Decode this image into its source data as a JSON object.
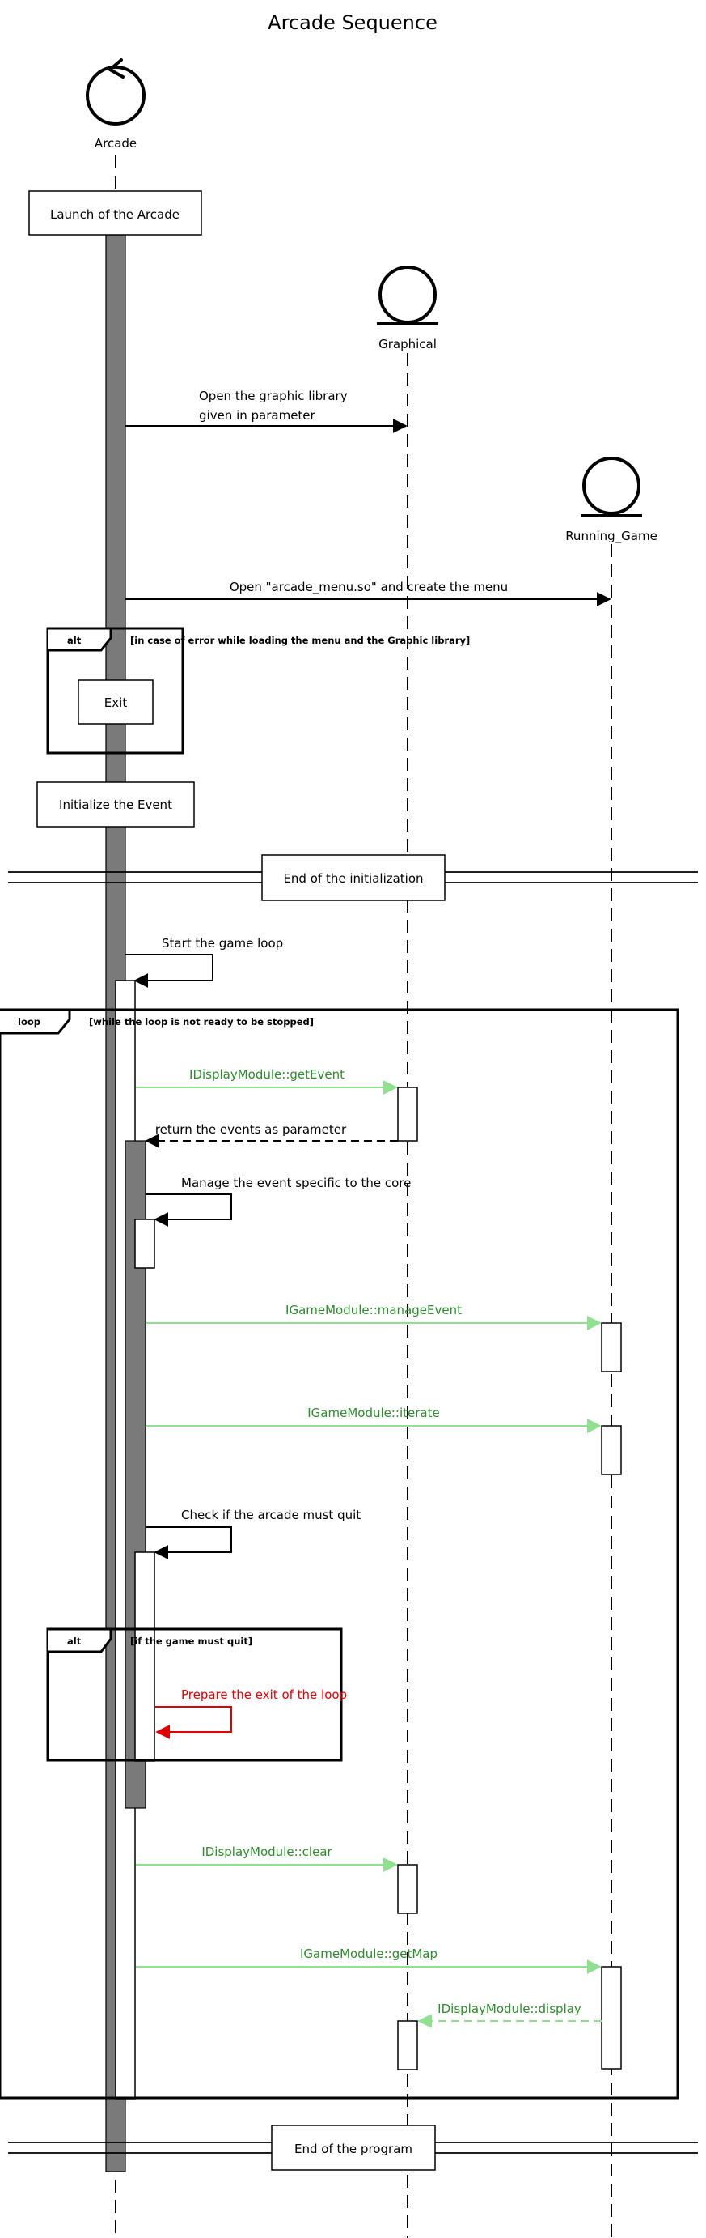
{
  "title": "Arcade Sequence",
  "participants": {
    "arcade": "Arcade",
    "graphical": "Graphical",
    "running_game": "Running_Game"
  },
  "notes": {
    "launch": "Launch of the Arcade",
    "exit": "Exit",
    "init_event": "Initialize the Event"
  },
  "separators": {
    "end_init": "End of the initialization",
    "end_program": "End of the program"
  },
  "messages": {
    "open_graphic_line1": "Open the graphic library",
    "open_graphic_line2": "given in parameter",
    "open_menu": "Open \"arcade_menu.so\" and create the menu",
    "start_loop": "Start the game loop",
    "get_event": "IDisplayModule::getEvent",
    "return_events": "return the events as parameter",
    "manage_core": "Manage the event specific to the core",
    "manage_event": "IGameModule::manageEvent",
    "iterate": "IGameModule::iterate",
    "check_quit": "Check if the arcade must quit",
    "prepare_exit": "Prepare the exit of the loop",
    "clear": "IDisplayModule::clear",
    "get_map": "IGameModule::getMap",
    "display": "IDisplayModule::display"
  },
  "fragments": {
    "alt1_tag": "alt",
    "alt1_guard": "[in case of error while loading the menu and the Graphic library]",
    "loop_tag": "loop",
    "loop_guard": "[while the loop is not ready to be stopped]",
    "alt2_tag": "alt",
    "alt2_guard": "[if the game must quit]"
  },
  "colors": {
    "async_green": "#8fe08f",
    "label_green": "#2e8b2e",
    "exit_red": "#e00000",
    "activation_gray": "#7a7a7a"
  }
}
